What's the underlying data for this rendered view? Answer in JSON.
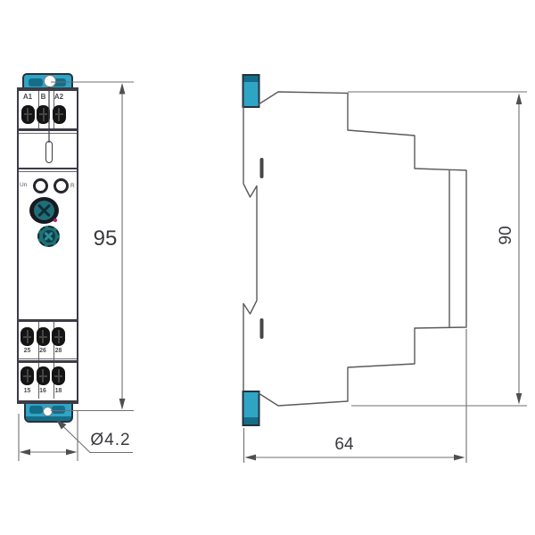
{
  "front_view": {
    "terminal_labels_top": [
      "A1",
      "B",
      "A2"
    ],
    "led_label_left": "Un",
    "led_label_right": "R",
    "terminal_labels_middle": [
      "25",
      "26",
      "28"
    ],
    "terminal_labels_bottom": [
      "15",
      "16",
      "18"
    ],
    "height_dimension": "95",
    "mounting_hole_dimension": "Ø4.2"
  },
  "side_view": {
    "height_dimension": "90",
    "depth_dimension": "64"
  },
  "colors": {
    "clip_teal": "#2fa5c6",
    "clip_teal_dark": "#156e89",
    "outline_dark": "#3c3c46",
    "side_line_gray": "#5a5a5a",
    "dimension_gray": "#6f6f6f",
    "knob_body_dark": "#191920",
    "knob_teal": "#1f6f78",
    "pointer_magenta": "#b5157f"
  }
}
